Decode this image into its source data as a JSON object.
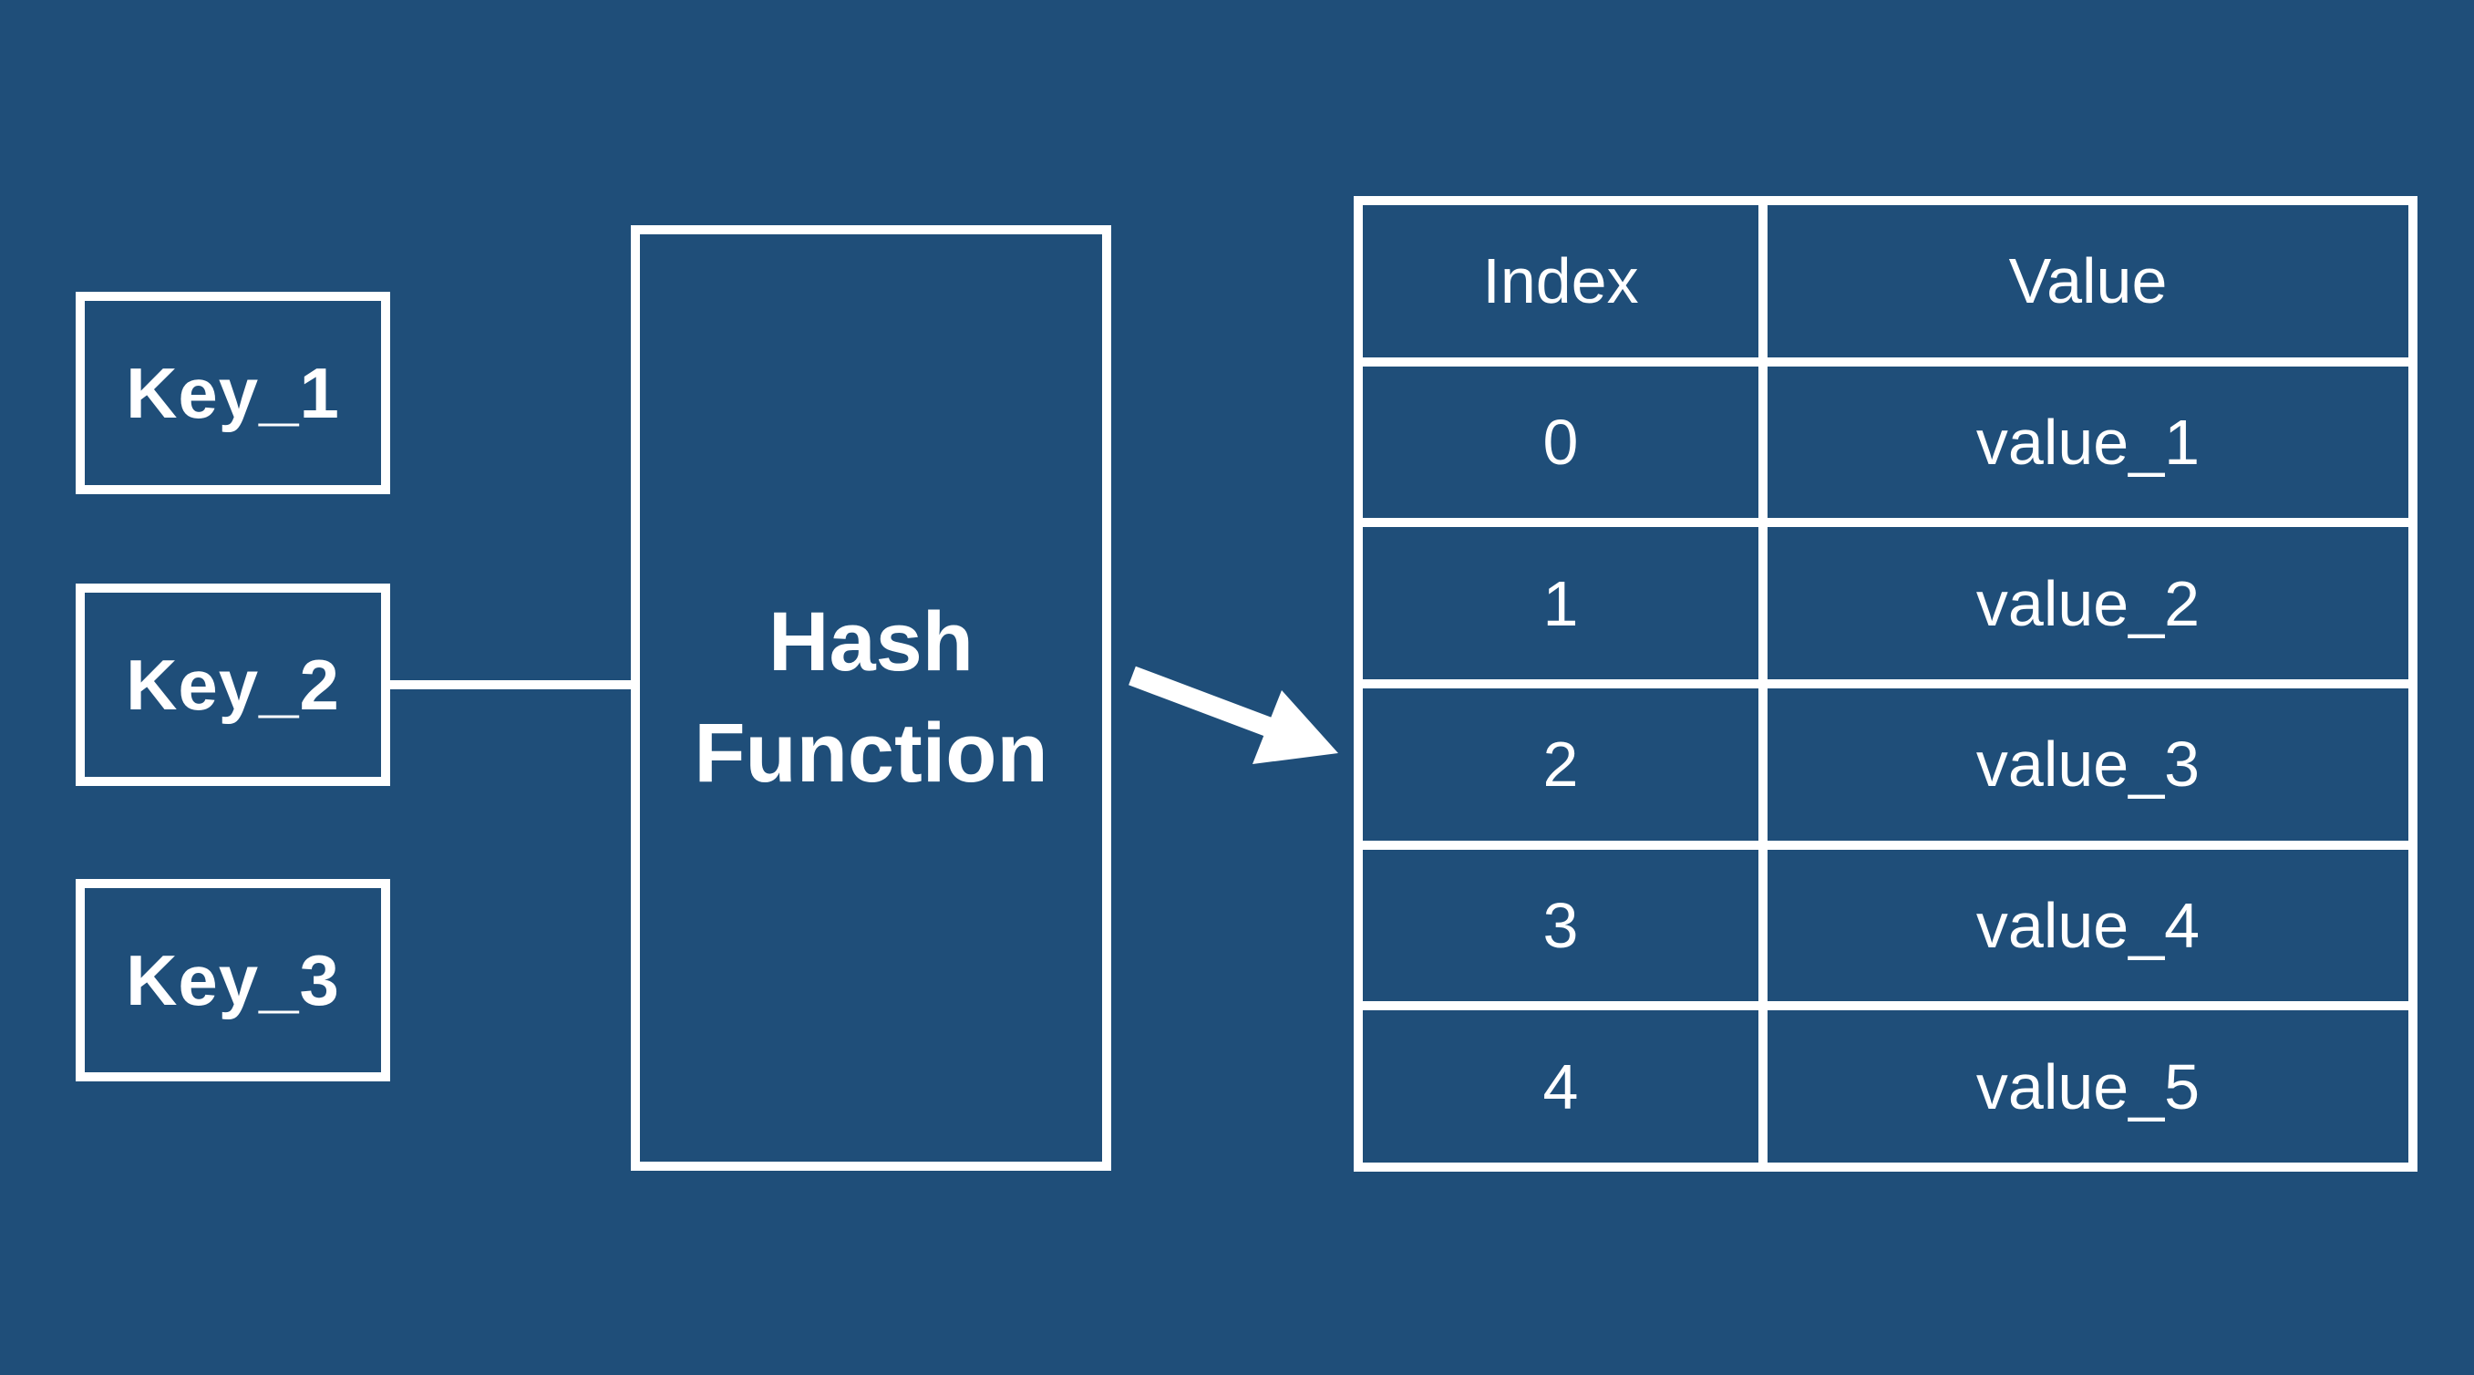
{
  "diagram_title": "hash-function-to-table-diagram",
  "colors": {
    "background": "#1F4E79",
    "stroke_and_text": "#FFFFFF"
  },
  "keys": [
    {
      "label": "Key_1"
    },
    {
      "label": "Key_2"
    },
    {
      "label": "Key_3"
    }
  ],
  "hash_function": {
    "line1": "Hash",
    "line2": "Function"
  },
  "connections": {
    "line_from": "Key_2",
    "line_to": "Hash Function",
    "arrow_from": "Hash Function",
    "arrow_to_row_index": "2"
  },
  "table": {
    "headers": [
      "Index",
      "Value"
    ],
    "rows": [
      [
        "0",
        "value_1"
      ],
      [
        "1",
        "value_2"
      ],
      [
        "2",
        "value_3"
      ],
      [
        "3",
        "value_4"
      ],
      [
        "4",
        "value_5"
      ]
    ]
  }
}
